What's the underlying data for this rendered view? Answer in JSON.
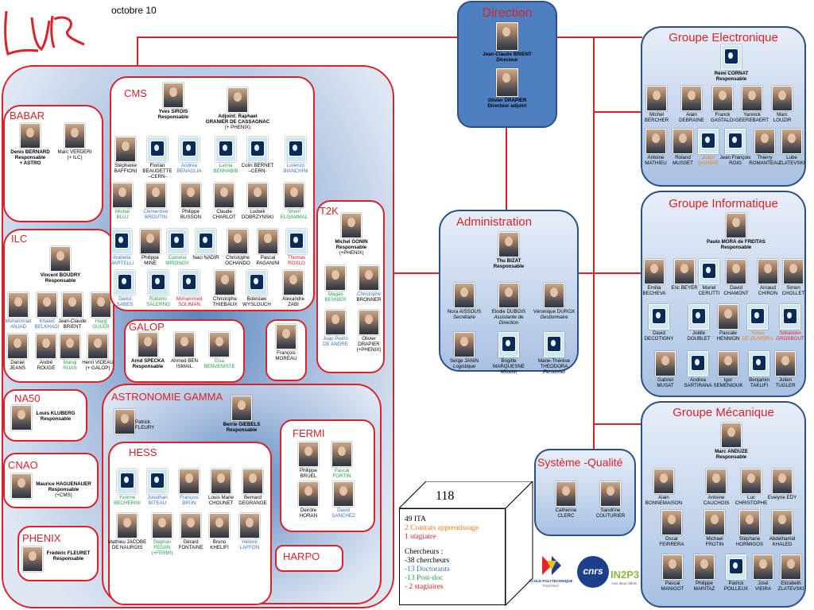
{
  "header": {
    "date": "octobre 10",
    "logo_text": "LLR"
  },
  "direction": {
    "title": "Direction",
    "people": [
      {
        "name": "Jean-Claude BRIENT",
        "role": "Directeur"
      },
      {
        "name": "Olivier DRAPIER",
        "role": "Directeur adjoint"
      }
    ]
  },
  "administration": {
    "title": "Administration",
    "head": {
      "name": "Thu BIZAT",
      "role": "Responsable"
    },
    "people": [
      {
        "line1": "Nora AISSOUS",
        "line2": "Secrétaire"
      },
      {
        "line1": "Elodie DUBOIS",
        "line2": "Assistante de Direction"
      },
      {
        "line1": "Véronique DUROX",
        "line2": "Gestionnaire"
      },
      {
        "line1": "Serge JANIN",
        "line2": "Logistique"
      },
      {
        "line1": "Brigitte MARQUESNE",
        "line2": "Mission"
      },
      {
        "line1": "Marie-Thérèse THEODORA",
        "line2": "Personnel"
      }
    ]
  },
  "qualite": {
    "title": "Système -Qualité",
    "people": [
      {
        "line1": "Catherine",
        "line2": "CLERC"
      },
      {
        "line1": "Sandrine",
        "line2": "COUTURIER"
      }
    ]
  },
  "electronique": {
    "title": "Groupe Electronique",
    "head": {
      "name": "Rémi CORNAT",
      "role": "Responsable"
    },
    "row1": [
      {
        "l1": "Michel",
        "l2": "BERCHER"
      },
      {
        "l1": "Alain",
        "l2": "DEBRAINE"
      },
      {
        "l1": "Franck",
        "l2": "GASTALDI"
      },
      {
        "l1": "Yannick",
        "l2": "GEEREBAERT"
      },
      {
        "l1": "Marc",
        "l2": "LOUZIR"
      }
    ],
    "row2": [
      {
        "l1": "Antoine",
        "l2": "MATHIEU"
      },
      {
        "l1": "Roland",
        "l2": "MUSSET"
      },
      {
        "l1": "Julien",
        "l2": "QUARRE"
      },
      {
        "l1": "Jean François",
        "l2": "ROIG"
      },
      {
        "l1": "Thierry",
        "l2": "ROMANTEAU"
      },
      {
        "l1": "Lube",
        "l2": "ZLATEVSKI"
      }
    ]
  },
  "informatique": {
    "title": "Groupe Informatique",
    "head": {
      "name": "Paulo MORA de FREITAS",
      "role": "Responsable"
    },
    "row1": [
      {
        "l1": "Emilia",
        "l2": "BECHEVA"
      },
      {
        "l1": "Eric BEYER",
        "l2": ""
      },
      {
        "l1": "Muriel",
        "l2": "CERUTTI"
      },
      {
        "l1": "David",
        "l2": "CHAMONT"
      },
      {
        "l1": "Arnaud",
        "l2": "CHIRON"
      },
      {
        "l1": "Simon",
        "l2": "CHOLLET"
      }
    ],
    "row2": [
      {
        "l1": "David",
        "l2": "DECOTIGNY"
      },
      {
        "l1": "Joëlle",
        "l2": "DOUBLET"
      },
      {
        "l1": "Pascale",
        "l2": "HENNION"
      },
      {
        "l1": "Yohan",
        "l2": "DE OLIVEIRA"
      },
      {
        "l1": "Sébastien",
        "l2": "GROSBOUT"
      }
    ],
    "row3": [
      {
        "l1": "Gabriel",
        "l2": "MUSAT"
      },
      {
        "l1": "Andrea",
        "l2": "SARTIRANA"
      },
      {
        "l1": "Igor",
        "l2": "SEMENIOUK"
      },
      {
        "l1": "Benjamin",
        "l2": "TAKLIFI"
      },
      {
        "l1": "Julien",
        "l2": "TUGLER"
      }
    ]
  },
  "mecanique": {
    "title": "Groupe Mécanique",
    "head": {
      "name": "Marc ANDUZE",
      "role": "Responsable"
    },
    "row1": [
      {
        "l1": "Alain",
        "l2": "BONNEMAISON"
      },
      {
        "l1": "Antoine",
        "l2": "CAUCHOIS"
      },
      {
        "l1": "Luc",
        "l2": "CHRISTOPHE"
      },
      {
        "l1": "Evelyne EDY",
        "l2": ""
      }
    ],
    "row2": [
      {
        "l1": "Oscar",
        "l2": "FEIRRERA"
      },
      {
        "l1": "Michael",
        "l2": "FROTIN"
      },
      {
        "l1": "Stéphane",
        "l2": "HORMIGOS"
      },
      {
        "l1": "Abdelhamid",
        "l2": "KHALED"
      }
    ],
    "row3": [
      {
        "l1": "Pascal",
        "l2": "MANIGOT"
      },
      {
        "l1": "Philippe",
        "l2": "MARITAZ"
      },
      {
        "l1": "Patrick",
        "l2": "POILLEUX"
      },
      {
        "l1": "José",
        "l2": "VIEIRA"
      },
      {
        "l1": "Elizabeth",
        "l2": "ZLATEVSKI"
      }
    ]
  },
  "babar": {
    "title": "BABAR",
    "people": [
      {
        "l1": "Denis BERNARD",
        "l2": "Responsable",
        "l3": "+ ASTRO"
      },
      {
        "l1": "Marc VERDERI",
        "l2": "(+ ILC)",
        "l3": ""
      }
    ]
  },
  "cms": {
    "title": "CMS",
    "head": {
      "name": "Yves SIROIS",
      "role": "Responsable"
    },
    "adjoint": {
      "l1": "Adjoint: Raphael",
      "l2": "GRANIER DE CASSAGNAC",
      "l3": "(+ PHENIX)"
    },
    "row1": [
      {
        "l1": "Stéphanie",
        "l2": "BAFFIONI",
        "l3": ""
      },
      {
        "l1": "Florian",
        "l2": "BEAUDETTE",
        "l3": "–CERN-"
      },
      {
        "l1": "Andrea",
        "l2": "BENAGLIA",
        "l3": ""
      },
      {
        "l1": "Lamia",
        "l2": "BENHABIB",
        "l3": ""
      },
      {
        "l1": "Colin BERNET",
        "l2": "–CERN-",
        "l3": ""
      },
      {
        "l1": "Lorenzo",
        "l2": "BIANCHINI",
        "l3": ""
      }
    ],
    "row2": [
      {
        "l1": "Michal",
        "l2": "BLUJ"
      },
      {
        "l1": "Clémentine",
        "l2": "BROUTIN"
      },
      {
        "l1": "Philippe",
        "l2": "BUSSON"
      },
      {
        "l1": "Claude",
        "l2": "CHARLOT"
      },
      {
        "l1": "Ludwik",
        "l2": "DOBRZYNSKI"
      },
      {
        "l1": "Shérif",
        "l2": "ELGAMMAL"
      }
    ],
    "row3": [
      {
        "l1": "Arabella",
        "l2": "MARTELLI"
      },
      {
        "l1": "Philippe",
        "l2": "MINE"
      },
      {
        "l1": "Camelia",
        "l2": "MIRONOV"
      },
      {
        "l1": "Naci NADIR",
        "l2": ""
      },
      {
        "l1": "Christophe",
        "l2": "OCHANDO"
      },
      {
        "l1": "Pascal",
        "l2": "PAGANINI"
      },
      {
        "l1": "Thomas",
        "l2": "ROXLO"
      }
    ],
    "row4": [
      {
        "l1": "David",
        "l2": "SABES"
      },
      {
        "l1": "Roberto",
        "l2": "SALERNO"
      },
      {
        "l1": "Mohammed",
        "l2": "SOLIMAN"
      },
      {
        "l1": "Christophe",
        "l2": "THIEBAUX"
      },
      {
        "l1": "Boleslaw",
        "l2": "WYSLOUCH"
      },
      {
        "l1": "Alexandre",
        "l2": "ZABI"
      }
    ]
  },
  "t2k": {
    "title": "T2K",
    "head": {
      "l1": "Michel GONIN",
      "l2": "Responsable",
      "l3": "(+PHENIX)"
    },
    "people": [
      {
        "l1": "Magali",
        "l2": "BESNIER",
        "l3": ""
      },
      {
        "l1": "Christophe",
        "l2": "BRONNER",
        "l3": ""
      },
      {
        "l1": "Joao Pedro",
        "l2": "DE ANDRE",
        "l3": ""
      },
      {
        "l1": "Olivier",
        "l2": "DRAPIER",
        "l3": "(+PHENIX)"
      }
    ]
  },
  "ilc": {
    "title": "ILC",
    "head": {
      "name": "Vincent BOUDRY",
      "role": "Responsable"
    },
    "row1": [
      {
        "l1": "Muhammad",
        "l2": "ANJAD"
      },
      {
        "l1": "Khaled",
        "l2": "BELKHADI"
      },
      {
        "l1": "Jean-Claude",
        "l2": "BRIENT"
      },
      {
        "l1": "Hayg",
        "l2": "GULER"
      }
    ],
    "row2": [
      {
        "l1": "Daniel",
        "l2": "JEANS"
      },
      {
        "l1": "André",
        "l2": "ROUGE"
      },
      {
        "l1": "Manqi",
        "l2": "RUAN"
      },
      {
        "l1": "Henri VIDEAU",
        "l2": "(+ GALOP)"
      }
    ]
  },
  "galop": {
    "title": "GALOP",
    "people": [
      {
        "l1": "Arnd SPECKA",
        "l2": "Responsable"
      },
      {
        "l1": "Ahmed BEN",
        "l2": "ISMAIL"
      },
      {
        "l1": "Elsa",
        "l2": "BENVENISTE"
      }
    ]
  },
  "moreau": {
    "l1": "François",
    "l2": "MOREAU"
  },
  "na50": {
    "title": "NA50",
    "l1": "Louis KLUBERG",
    "l2": "Responsable"
  },
  "cnao": {
    "title": "CNAO",
    "l1": "Maurice HAGUENAUER",
    "l2": "Responsable",
    "l3": "(+CMS)"
  },
  "phenix": {
    "title": "PHENIX",
    "l1": "Frédéric FLEURET",
    "l2": "Responsable"
  },
  "astro": {
    "title": "ASTRONOMIE GAMMA",
    "people": [
      {
        "l1": "Patrick",
        "l2": "FLEURY"
      },
      {
        "l1": "Berrie GIEBELS",
        "l2": "Responsable"
      }
    ]
  },
  "hess": {
    "title": "HESS",
    "row1": [
      {
        "l1": "Yvonne",
        "l2": "BECHERINI",
        "l3": ""
      },
      {
        "l1": "Jonathan",
        "l2": "BITEAU",
        "l3": ""
      },
      {
        "l1": "François",
        "l2": "BRUN",
        "l3": ""
      },
      {
        "l1": "Louis Marie",
        "l2": "CHOUNET",
        "l3": ""
      },
      {
        "l1": "Bernard",
        "l2": "DEGRANGE",
        "l3": ""
      }
    ],
    "row2": [
      {
        "l1": "Mathieu JACOBE",
        "l2": "DE NAUROIS",
        "l3": ""
      },
      {
        "l1": "Stephan",
        "l2": "FEGAN",
        "l3": "(+FERMI)"
      },
      {
        "l1": "Gérard",
        "l2": "FONTAINE",
        "l3": ""
      },
      {
        "l1": "Bruno",
        "l2": "KHELIFI",
        "l3": ""
      },
      {
        "l1": "Hélène",
        "l2": "LAFFON",
        "l3": ""
      }
    ]
  },
  "fermi": {
    "title": "FERMI",
    "people": [
      {
        "l1": "Philippe",
        "l2": "BRUEL"
      },
      {
        "l1": "Pascal",
        "l2": "FORTIN"
      },
      {
        "l1": "Deirdre",
        "l2": "HORAN"
      },
      {
        "l1": "David",
        "l2": "SANCHEZ"
      }
    ]
  },
  "harpo": {
    "title": "HARPO"
  },
  "stats": {
    "total": "118",
    "ita": "49 ITA",
    "contrats": "2 Contrats apprentissage",
    "stagiaire": "1 stagiaire",
    "chercheurs_title": "Chercheurs :",
    "chercheurs": "-38 chercheurs",
    "doctorants": "-13 Doctorants",
    "postdoc": "-13 Post-doc",
    "stagiaires": "- 2 stagiaires"
  },
  "logos": {
    "polytechnique": "ÉCOLE POLYTECHNIQUE",
    "polytechnique_sub": "ParisTech",
    "cnrs": "cnrs",
    "in2p3": "IN2P3",
    "in2p3_sub": "Les deux infinis"
  },
  "colors": {
    "accent": "#d8232a",
    "direction_blue": "#4e7fc0",
    "green": "#27a24a",
    "blue": "#3b73c0",
    "orange": "#e87d1e"
  }
}
